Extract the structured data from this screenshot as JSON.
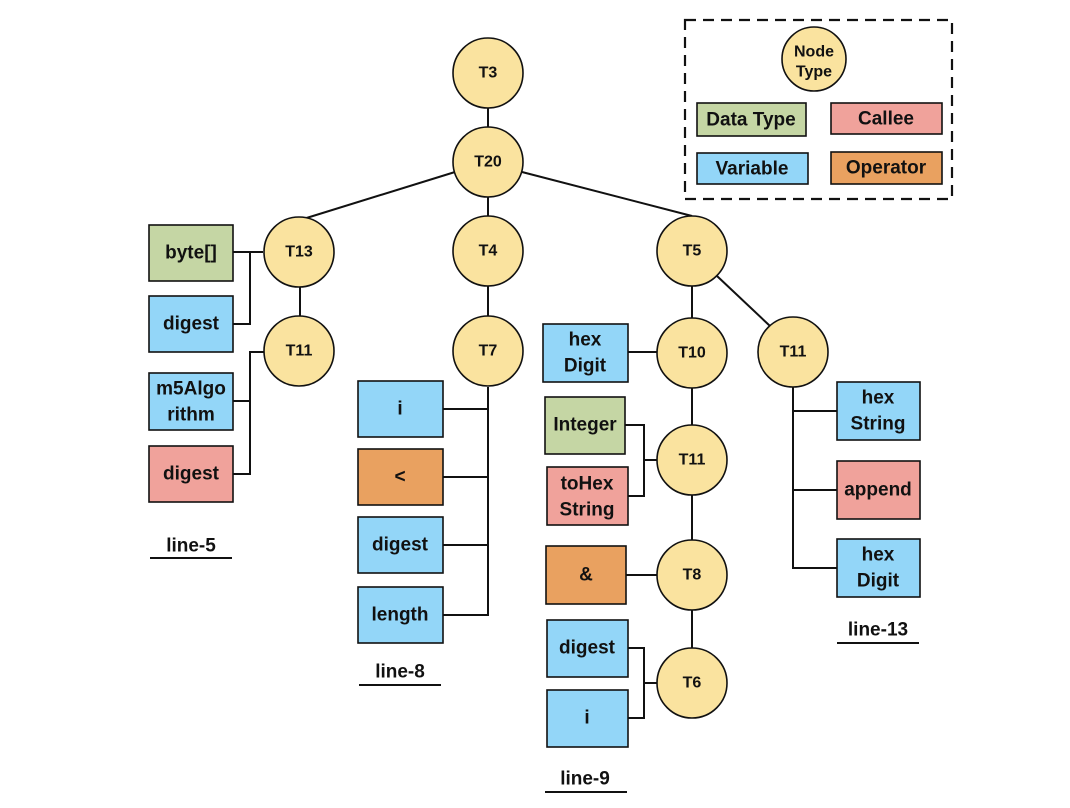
{
  "colors": {
    "node": "#fae39f",
    "data_type": "#c5d6a4",
    "callee": "#f0a29b",
    "variable": "#93d6f8",
    "operator": "#e9a160"
  },
  "legend": {
    "node_type": [
      "Node",
      "Type"
    ],
    "data_type": "Data Type",
    "callee": "Callee",
    "variable": "Variable",
    "operator": "Operator"
  },
  "captions": {
    "line5": "line-5",
    "line8": "line-8",
    "line9": "line-9",
    "line13": "line-13"
  },
  "nodes": {
    "t3": "T3",
    "t20": "T20",
    "t13": "T13",
    "t4": "T4",
    "t5": "T5",
    "t11a": "T11",
    "t7": "T7",
    "t10": "T10",
    "t11b": "T11",
    "t11c": "T11",
    "t8": "T8",
    "t6": "T6"
  },
  "boxes": {
    "byte": {
      "lines": [
        "byte[]"
      ],
      "kind": "data_type"
    },
    "digest1": {
      "lines": [
        "digest"
      ],
      "kind": "variable"
    },
    "m5": {
      "lines": [
        "m5Algo",
        "rithm"
      ],
      "kind": "variable"
    },
    "digest2": {
      "lines": [
        "digest"
      ],
      "kind": "callee"
    },
    "i1": {
      "lines": [
        "i"
      ],
      "kind": "variable"
    },
    "lt": {
      "lines": [
        "<"
      ],
      "kind": "operator"
    },
    "digest3": {
      "lines": [
        "digest"
      ],
      "kind": "variable"
    },
    "length": {
      "lines": [
        "length"
      ],
      "kind": "variable"
    },
    "hexdigit1": {
      "lines": [
        "hex",
        "Digit"
      ],
      "kind": "variable"
    },
    "integer": {
      "lines": [
        "Integer"
      ],
      "kind": "data_type"
    },
    "tohex": {
      "lines": [
        "toHex",
        "String"
      ],
      "kind": "callee"
    },
    "amp": {
      "lines": [
        "&"
      ],
      "kind": "operator"
    },
    "digest4": {
      "lines": [
        "digest"
      ],
      "kind": "variable"
    },
    "i2": {
      "lines": [
        "i"
      ],
      "kind": "variable"
    },
    "hexstring": {
      "lines": [
        "hex",
        "String"
      ],
      "kind": "variable"
    },
    "append": {
      "lines": [
        "append"
      ],
      "kind": "callee"
    },
    "hexdigit2": {
      "lines": [
        "hex",
        "Digit"
      ],
      "kind": "variable"
    }
  }
}
